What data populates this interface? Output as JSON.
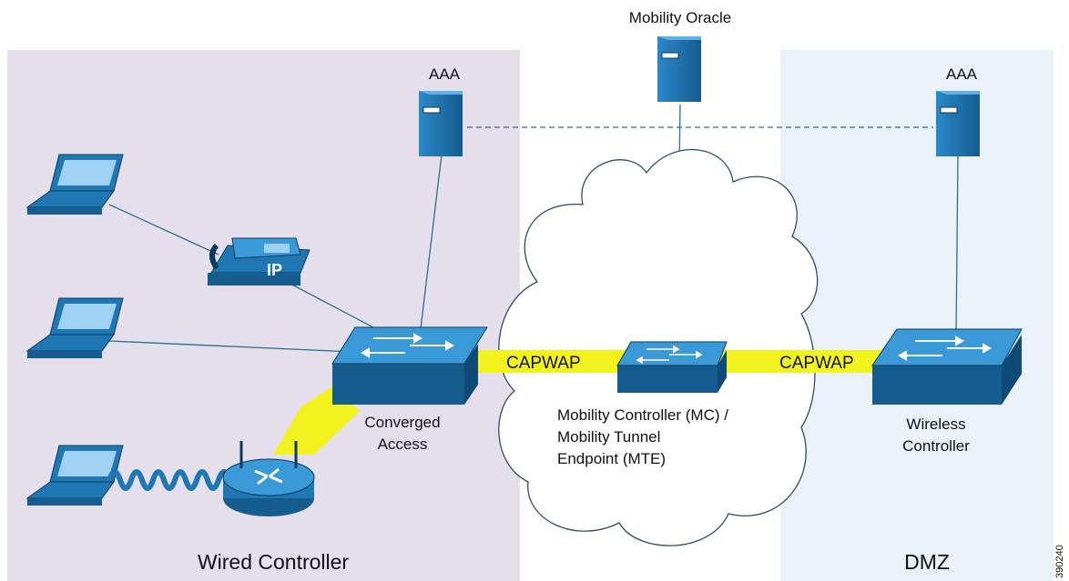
{
  "diagram": {
    "zones": {
      "wired": {
        "label": "Wired Controller",
        "color": "#e4dfeb"
      },
      "dmz": {
        "label": "DMZ",
        "color": "#ebf1f8"
      }
    },
    "servers": {
      "oracle": {
        "label": "Mobility Oracle"
      },
      "aaa_left": {
        "label": "AAA"
      },
      "aaa_right": {
        "label": "AAA"
      }
    },
    "switches": {
      "converged": {
        "label_line1": "Converged",
        "label_line2": "Access"
      },
      "mc": {
        "label_line1": "Mobility Controller (MC) /",
        "label_line2": "Mobility Tunnel",
        "label_line3": "Endpoint (MTE)"
      },
      "wireless": {
        "label_line1": "Wireless",
        "label_line2": "Controller"
      }
    },
    "tunnels": {
      "left": {
        "label": "CAPWAP"
      },
      "right": {
        "label": "CAPWAP"
      }
    },
    "phone_label": "IP",
    "figure_id": "390240",
    "colors": {
      "device_blue": "#1f78b4",
      "device_top": "#3a9ad8",
      "tunnel_yellow": "#f2f21e",
      "line": "#2a6e8c"
    }
  }
}
